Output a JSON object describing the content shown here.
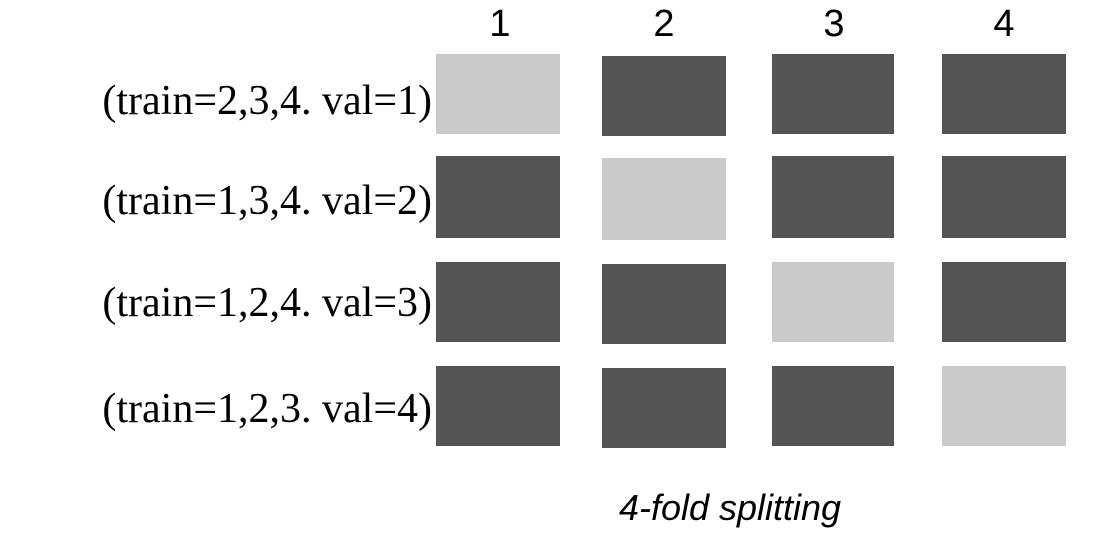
{
  "columns": [
    "1",
    "2",
    "3",
    "4"
  ],
  "rows": [
    {
      "label": "(train=2,3,4. val=1)",
      "cells": [
        "val",
        "train",
        "train",
        "train"
      ]
    },
    {
      "label": "(train=1,3,4. val=2)",
      "cells": [
        "train",
        "val",
        "train",
        "train"
      ]
    },
    {
      "label": "(train=1,2,4. val=3)",
      "cells": [
        "train",
        "train",
        "val",
        "train"
      ]
    },
    {
      "label": "(train=1,2,3. val=4)",
      "cells": [
        "train",
        "train",
        "train",
        "val"
      ]
    }
  ],
  "colors": {
    "train": "#545454",
    "val": "#cacaca"
  },
  "caption": "4-fold splitting"
}
